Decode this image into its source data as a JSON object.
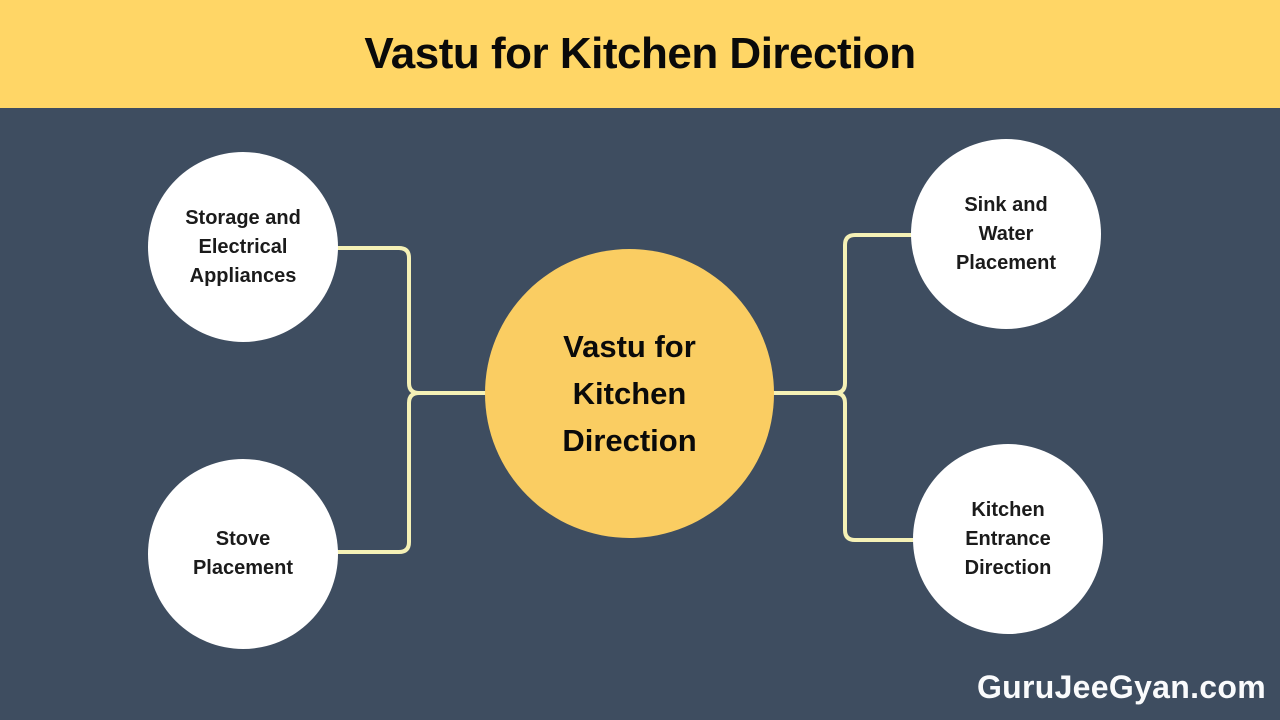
{
  "header": {
    "title": "Vastu for Kitchen Direction"
  },
  "center_node": {
    "lines": [
      "Vastu for",
      "Kitchen",
      "Direction"
    ]
  },
  "nodes": [
    {
      "id": "storage-and-electrical-appliances",
      "position": "top-left",
      "lines": [
        "Storage and",
        "Electrical",
        "Appliances"
      ]
    },
    {
      "id": "stove-placement",
      "position": "bottom-left",
      "lines": [
        "Stove",
        "Placement"
      ]
    },
    {
      "id": "sink-and-water-placement",
      "position": "top-right",
      "lines": [
        "Sink and",
        "Water",
        "Placement"
      ]
    },
    {
      "id": "kitchen-entrance-direction",
      "position": "bottom-right",
      "lines": [
        "Kitchen",
        "Entrance",
        "Direction"
      ]
    }
  ],
  "watermark": {
    "text": "GuruJeeGyan.com"
  },
  "colors": {
    "banner": "#FFD666",
    "background": "#3E4D60",
    "center_circle": "#FACD62",
    "node_circle": "#FFFFFF",
    "connector": "#F5F1B6",
    "title_text": "#0A0A0A",
    "node_text": "#1B1B1B",
    "watermark_text": "#FAFBFC"
  }
}
